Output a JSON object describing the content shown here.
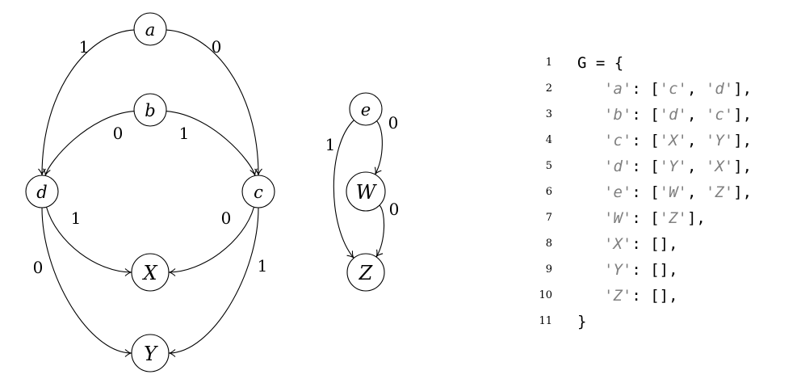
{
  "graph": {
    "nodes": [
      {
        "id": "a",
        "label": "a"
      },
      {
        "id": "b",
        "label": "b"
      },
      {
        "id": "c",
        "label": "c"
      },
      {
        "id": "d",
        "label": "d"
      },
      {
        "id": "X",
        "label": "X"
      },
      {
        "id": "Y",
        "label": "Y"
      },
      {
        "id": "e",
        "label": "e"
      },
      {
        "id": "W",
        "label": "W"
      },
      {
        "id": "Z",
        "label": "Z"
      }
    ],
    "edges": [
      {
        "from": "a",
        "to": "d",
        "label": "1"
      },
      {
        "from": "a",
        "to": "c",
        "label": "0"
      },
      {
        "from": "b",
        "to": "d",
        "label": "0"
      },
      {
        "from": "b",
        "to": "c",
        "label": "1"
      },
      {
        "from": "d",
        "to": "X",
        "label": "1"
      },
      {
        "from": "d",
        "to": "Y",
        "label": "0"
      },
      {
        "from": "c",
        "to": "X",
        "label": "0"
      },
      {
        "from": "c",
        "to": "Y",
        "label": "1"
      },
      {
        "from": "e",
        "to": "W",
        "label": "0"
      },
      {
        "from": "e",
        "to": "Z",
        "label": "1"
      },
      {
        "from": "W",
        "to": "Z",
        "label": "0"
      }
    ]
  },
  "code": {
    "lines": [
      {
        "num": "1",
        "parts": [
          {
            "t": "G = {"
          }
        ]
      },
      {
        "num": "2",
        "parts": [
          {
            "t": "  "
          },
          {
            "s": "'a'"
          },
          {
            "t": ": ["
          },
          {
            "s": "'c'"
          },
          {
            "t": ", "
          },
          {
            "s": "'d'"
          },
          {
            "t": "],"
          }
        ]
      },
      {
        "num": "3",
        "parts": [
          {
            "t": "  "
          },
          {
            "s": "'b'"
          },
          {
            "t": ": ["
          },
          {
            "s": "'d'"
          },
          {
            "t": ", "
          },
          {
            "s": "'c'"
          },
          {
            "t": "],"
          }
        ]
      },
      {
        "num": "4",
        "parts": [
          {
            "t": "  "
          },
          {
            "s": "'c'"
          },
          {
            "t": ": ["
          },
          {
            "s": "'X'"
          },
          {
            "t": ", "
          },
          {
            "s": "'Y'"
          },
          {
            "t": "],"
          }
        ]
      },
      {
        "num": "5",
        "parts": [
          {
            "t": "  "
          },
          {
            "s": "'d'"
          },
          {
            "t": ": ["
          },
          {
            "s": "'Y'"
          },
          {
            "t": ", "
          },
          {
            "s": "'X'"
          },
          {
            "t": "],"
          }
        ]
      },
      {
        "num": "6",
        "parts": [
          {
            "t": "  "
          },
          {
            "s": "'e'"
          },
          {
            "t": ": ["
          },
          {
            "s": "'W'"
          },
          {
            "t": ", "
          },
          {
            "s": "'Z'"
          },
          {
            "t": "],"
          }
        ]
      },
      {
        "num": "7",
        "parts": [
          {
            "t": "  "
          },
          {
            "s": "'W'"
          },
          {
            "t": ": ["
          },
          {
            "s": "'Z'"
          },
          {
            "t": "],"
          }
        ]
      },
      {
        "num": "8",
        "parts": [
          {
            "t": "  "
          },
          {
            "s": "'X'"
          },
          {
            "t": ": [],"
          }
        ]
      },
      {
        "num": "9",
        "parts": [
          {
            "t": "  "
          },
          {
            "s": "'Y'"
          },
          {
            "t": ": [],"
          }
        ]
      },
      {
        "num": "10",
        "parts": [
          {
            "t": "  "
          },
          {
            "s": "'Z'"
          },
          {
            "t": ": [],"
          }
        ]
      },
      {
        "num": "11",
        "parts": [
          {
            "t": "}"
          }
        ]
      }
    ]
  }
}
